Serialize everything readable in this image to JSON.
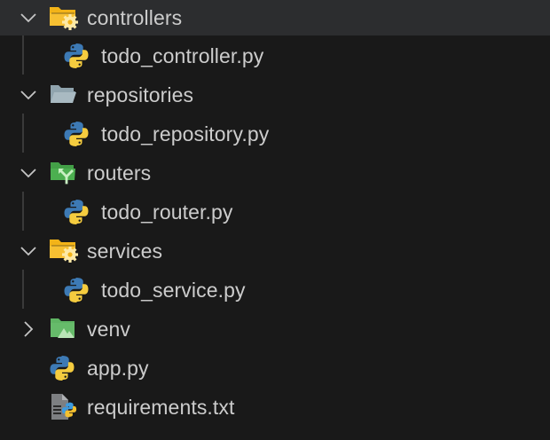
{
  "explorer": {
    "items": [
      {
        "type": "folder",
        "label": "controllers",
        "expanded": true,
        "icon": "folder-controllers-icon",
        "hover": true
      },
      {
        "type": "file",
        "label": "todo_controller.py",
        "icon": "python-icon",
        "depth": 1
      },
      {
        "type": "folder",
        "label": "repositories",
        "expanded": true,
        "icon": "folder-open-icon"
      },
      {
        "type": "file",
        "label": "todo_repository.py",
        "icon": "python-icon",
        "depth": 1
      },
      {
        "type": "folder",
        "label": "routers",
        "expanded": true,
        "icon": "folder-routes-icon"
      },
      {
        "type": "file",
        "label": "todo_router.py",
        "icon": "python-icon",
        "depth": 1
      },
      {
        "type": "folder",
        "label": "services",
        "expanded": true,
        "icon": "folder-services-icon"
      },
      {
        "type": "file",
        "label": "todo_service.py",
        "icon": "python-icon",
        "depth": 1
      },
      {
        "type": "folder",
        "label": "venv",
        "expanded": false,
        "icon": "folder-venv-icon"
      },
      {
        "type": "file",
        "label": "app.py",
        "icon": "python-icon",
        "depth": 0
      },
      {
        "type": "file",
        "label": "requirements.txt",
        "icon": "python-requirements-icon",
        "depth": 0
      }
    ]
  },
  "colors": {
    "background": "#191919",
    "hover_background": "#2c2d2f",
    "text": "#cccccc",
    "folder_yellow": "#f2b318",
    "folder_grey": "#90a4ae",
    "folder_green": "#43a047",
    "folder_venv": "#66bb6a",
    "python_blue": "#3d7ab5",
    "python_yellow": "#f5cc3f"
  }
}
